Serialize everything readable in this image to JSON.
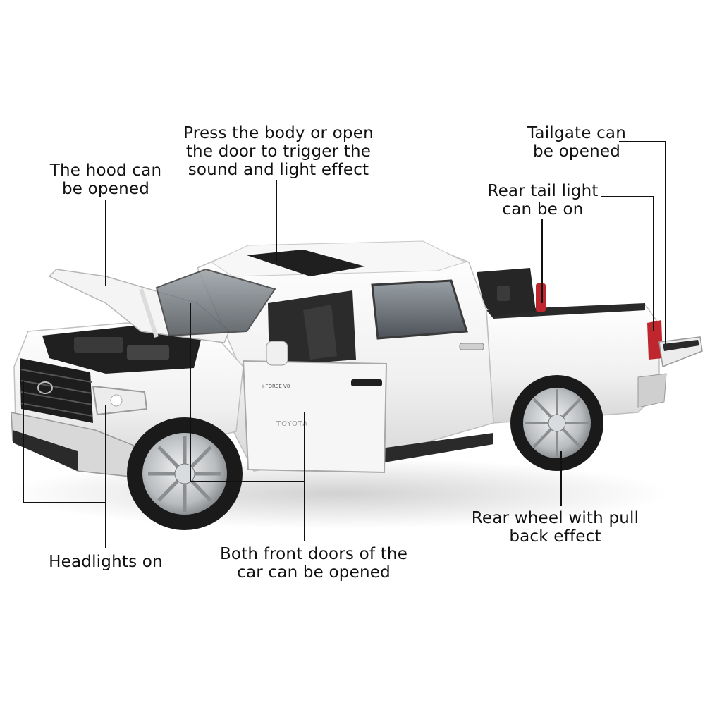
{
  "callouts": {
    "hood": {
      "line1": "The hood can",
      "line2": "be opened"
    },
    "sound": {
      "line1": "Press the body or open",
      "line2": "the door to trigger the",
      "line3": "sound and light effect"
    },
    "tailgate": {
      "line1": "Tailgate can",
      "line2": "be opened"
    },
    "tail_light": {
      "line1": "Rear tail light",
      "line2": "can be on"
    },
    "headlights": {
      "line1": "Headlights on"
    },
    "doors": {
      "line1": "Both front doors of the",
      "line2": "car can be opened"
    },
    "rear_wheel": {
      "line1": "Rear wheel with pull",
      "line2": "back effect"
    }
  },
  "truck": {
    "brand_text": "TOYOTA",
    "badge_text": "i-FORCE V8",
    "body_color": "#f2f2f2",
    "trim_color": "#2a2a2a",
    "taillight_color": "#c0262d"
  },
  "leader_color": "#111111"
}
